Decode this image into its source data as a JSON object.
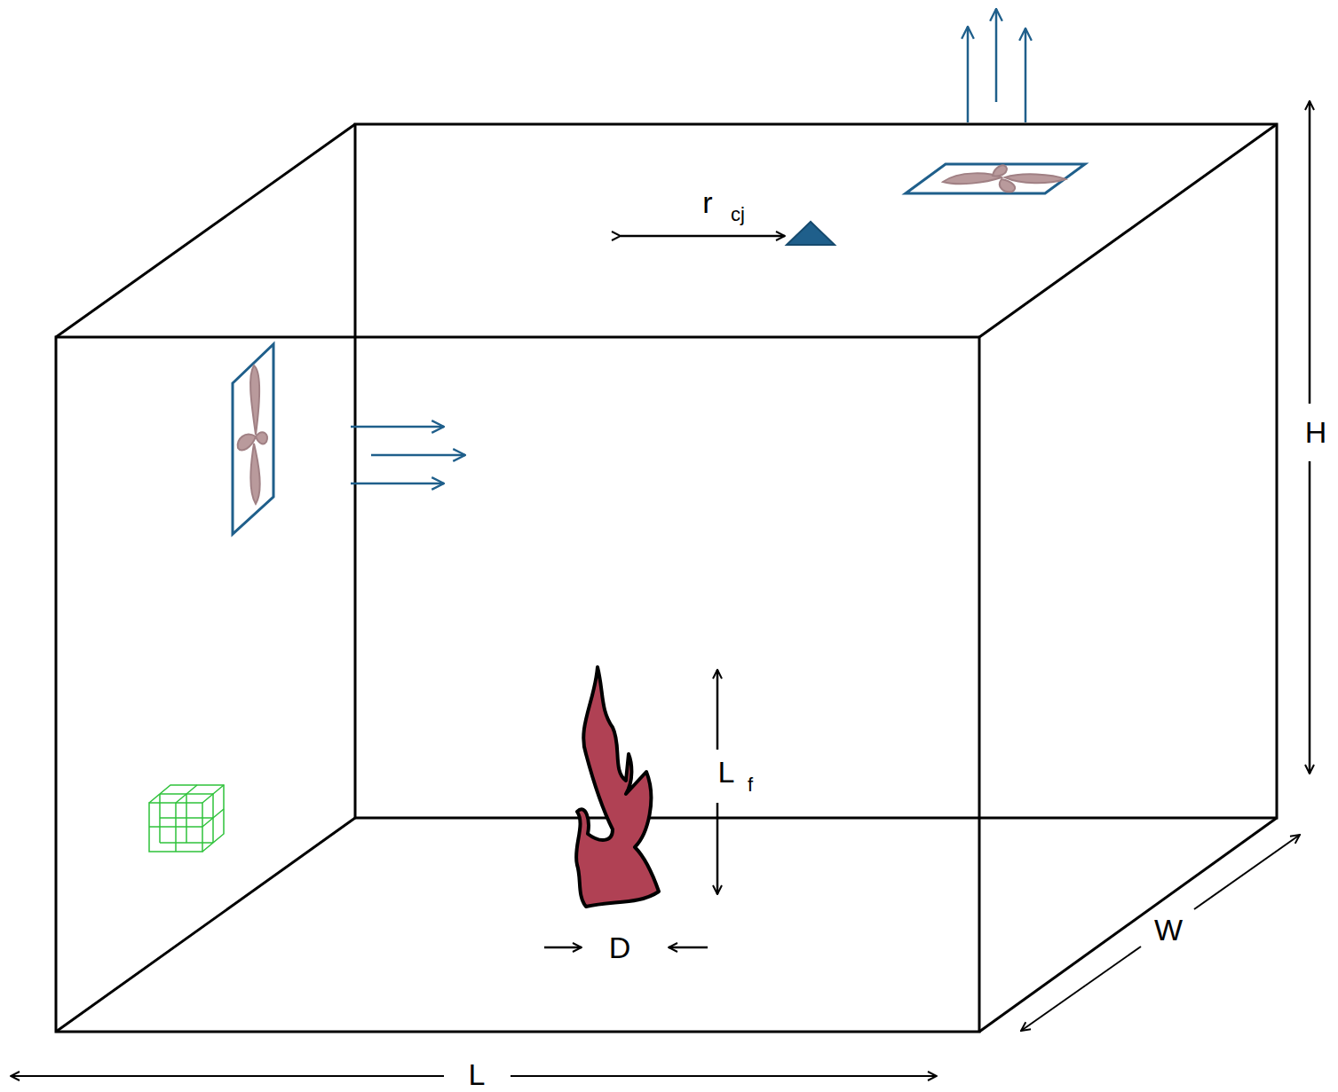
{
  "diagram": {
    "labels": [
      "r",
      "cj",
      "H",
      "L",
      "f",
      "D",
      "W",
      "L"
    ]
  }
}
